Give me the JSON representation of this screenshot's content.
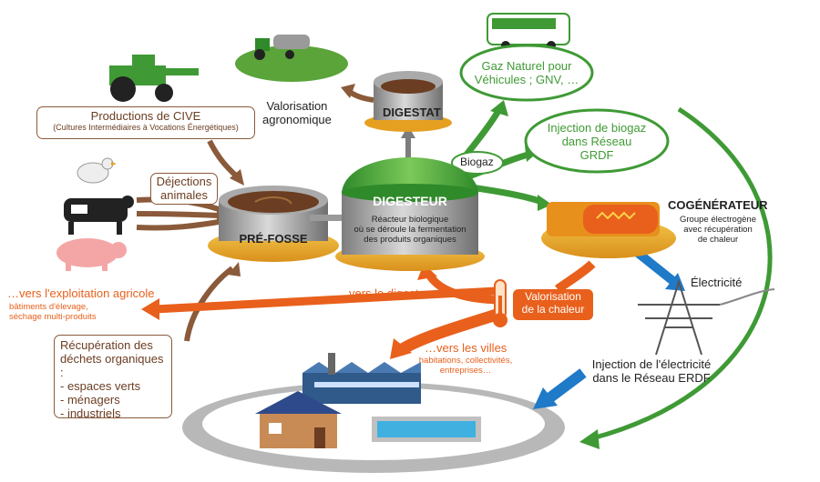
{
  "labels": {
    "valorisation_agro": [
      "Valorisation",
      "agronomique"
    ],
    "digestat": "DIGESTAT",
    "gnv": [
      "Gaz Naturel pour",
      "Véhicules ; GNV, …"
    ],
    "injection_biogaz": [
      "Injection de biogaz",
      "dans Réseau",
      "GRDF"
    ],
    "biogaz": "Biogaz",
    "cive_title": "Productions de CIVE",
    "cive_sub": "(Cultures Intermédiaires à Vocations Énergétiques)",
    "dejections": [
      "Déjections",
      "animales"
    ],
    "digesteur": "DIGESTEUR",
    "digesteur_desc": [
      "Réacteur biologique",
      "où se déroule la fermentation",
      "des produits organiques"
    ],
    "prefosse": "PRÉ-FOSSE",
    "cogenerateur": "COGÉNÉRATEUR",
    "cogen_desc": [
      "Groupe électrogène",
      "avec récupération",
      "de chaleur"
    ],
    "electricite": "Électricité",
    "exploitation": "…vers l'exploitation agricole",
    "exploitation_sub": [
      "bâtiments d'élevage,",
      "séchage multi-produits"
    ],
    "vers_digesteur": "…vers le digesteur",
    "valorisation_chaleur": [
      "Valorisation",
      "de la chaleur"
    ],
    "vers_villes": "…vers les villes",
    "vers_villes_sub": [
      "habitations, collectivités,",
      "entreprises…"
    ],
    "recuperation": [
      "Récupération des",
      "déchets organiques :",
      "- espaces verts",
      "- ménagers",
      "- industriels"
    ],
    "injection_elec": [
      "Injection de l'électricité",
      "dans le Réseau ERDF"
    ]
  },
  "colors": {
    "brown": "#6b3d22",
    "green": "#3f9a35",
    "orange": "#e8601c",
    "ochre": "#e5a022",
    "blue": "#1f7ac8",
    "grey": "#9a9a9a"
  },
  "icons": [
    "tractor-icon",
    "chicken-icon",
    "cow-icon",
    "pig-icon",
    "bus-icon",
    "pylon-icon",
    "factory-icon",
    "house-icon",
    "pool-icon",
    "thermometer-icon",
    "spreader-tractor-icon"
  ]
}
